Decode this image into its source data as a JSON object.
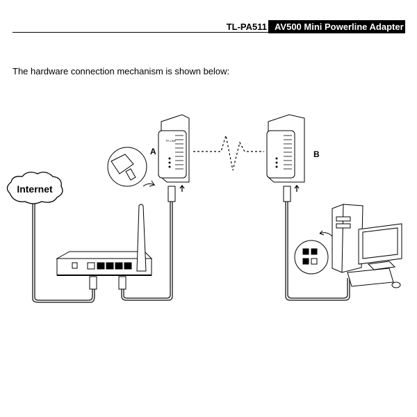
{
  "header": {
    "model": "TL-PA511",
    "product_title": "AV500 Mini Powerline Adapter"
  },
  "intro_text": "The hardware connection mechanism is shown below:",
  "diagram": {
    "cloud_label": "Internet",
    "adapter_a_label": "A",
    "adapter_b_label": "B",
    "adapter_brand": "TP-LINK"
  }
}
